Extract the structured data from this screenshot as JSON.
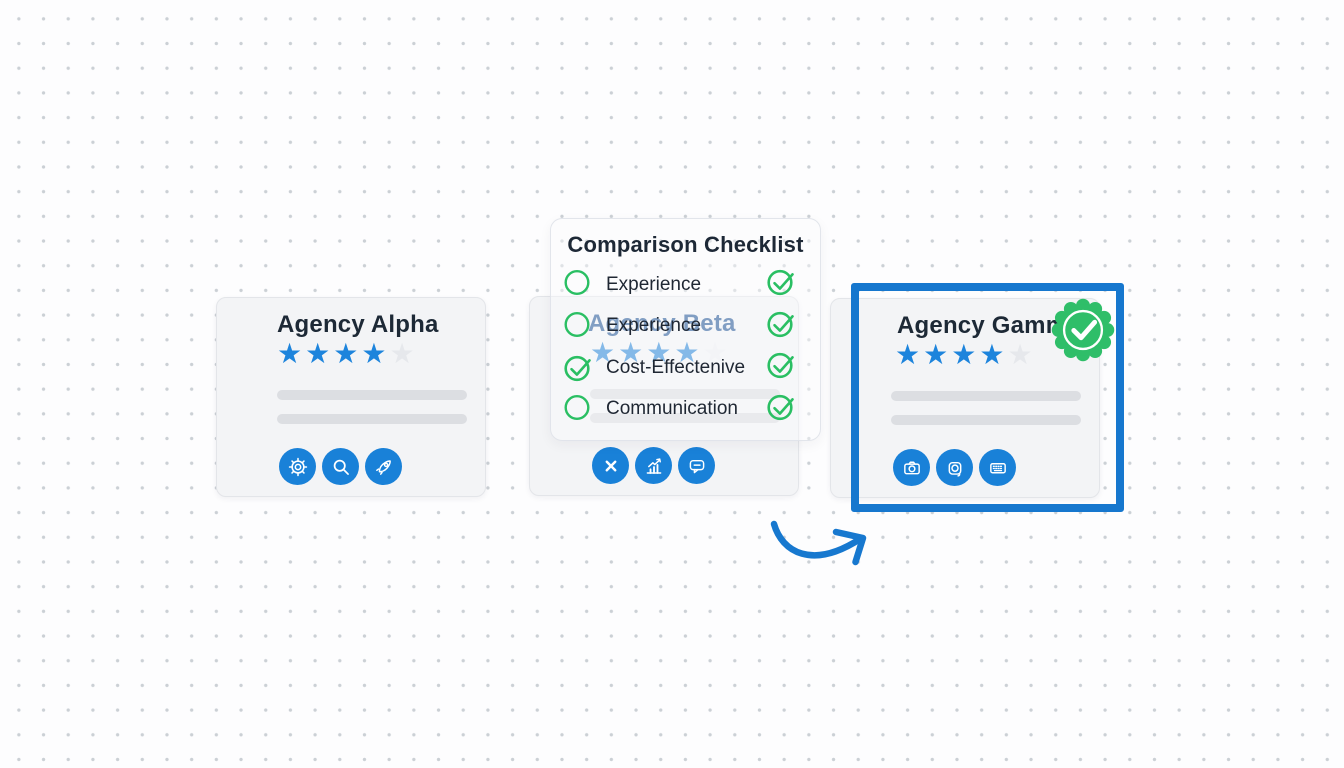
{
  "illustration": {
    "checklist": {
      "title": "Comparison Checklist",
      "items": [
        {
          "label": "Experience",
          "left_checked": false,
          "right_checked": true
        },
        {
          "label": "Experience",
          "left_checked": false,
          "right_checked": true
        },
        {
          "label": "Cost-Effectenive",
          "left_checked": true,
          "right_checked": true
        },
        {
          "label": "Communication",
          "left_checked": false,
          "right_checked": true
        }
      ]
    },
    "cards": {
      "alpha": {
        "title": "Agency Alpha",
        "rating": 4,
        "max_rating": 5,
        "icons": [
          "gear-icon",
          "search-icon",
          "rocket-icon"
        ],
        "selected": false
      },
      "beta": {
        "title": "Agency Beta",
        "rating": 4,
        "max_rating": 5,
        "icons": [
          "x-icon",
          "bar-chart-icon",
          "speech-bubble-icon"
        ],
        "selected": false
      },
      "gamma": {
        "title": "Agency Gamma",
        "rating": 4,
        "max_rating": 5,
        "icons": [
          "camera-icon",
          "instant-camera-icon",
          "keyboard-icon"
        ],
        "selected": true,
        "badge": "verified-check-seal"
      }
    },
    "arrow_icon": "curved-swoosh-arrow",
    "colors": {
      "star_blue": "#1d84dc",
      "star_gray": "#e6e8ec",
      "icon_circle_blue": "#1981d8",
      "check_green": "#2abf63",
      "badge_green": "#2fbe69",
      "selection_frame_blue": "#1677ce",
      "arrow_blue": "#1778cf",
      "card_bg": "#f3f4f6",
      "title_dark": "#1d2936",
      "beta_title_muted_blue": "#2a5c9a"
    }
  }
}
